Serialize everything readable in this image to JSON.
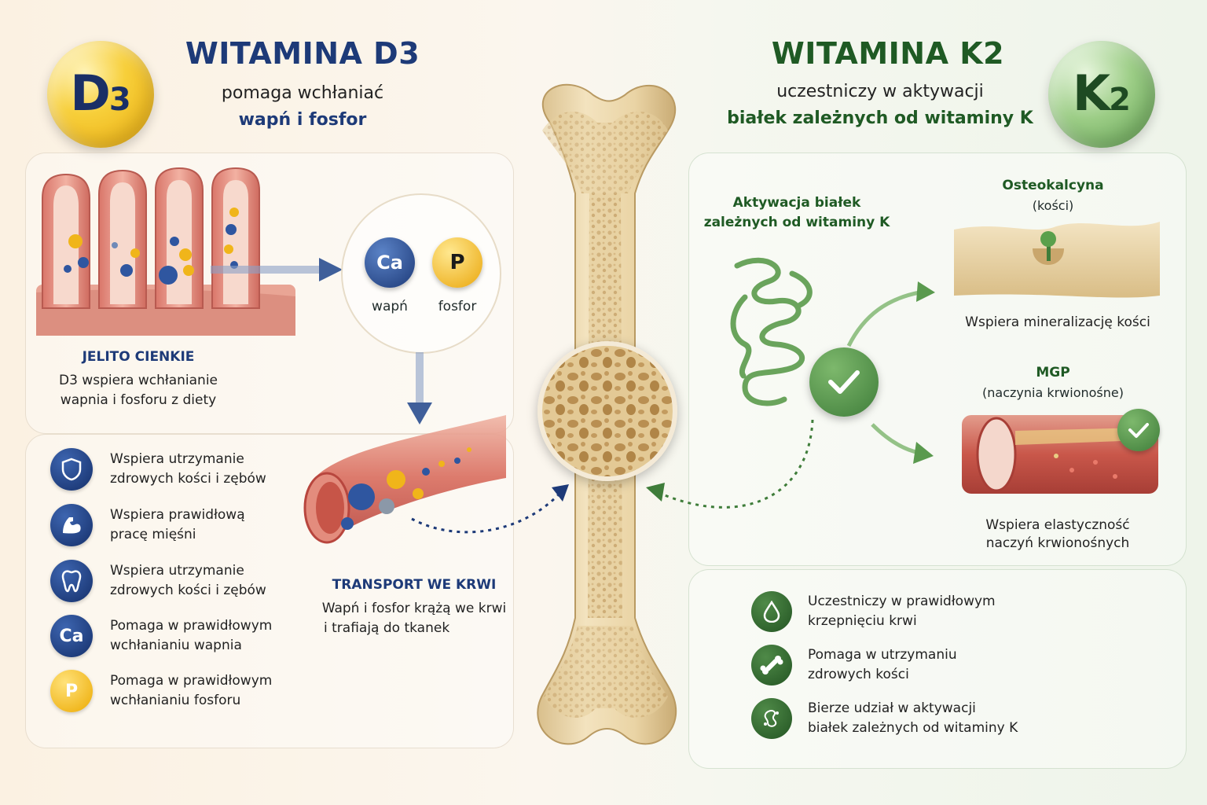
{
  "d3": {
    "badge_main": "D",
    "badge_sub": "3",
    "title": "WITAMINA D3",
    "subtitle1": "pomaga wchłaniać",
    "subtitle2": "wapń i fosfor",
    "intestine_label": "JELITO CIENKIE",
    "intestine_text1": "D3 wspiera wchłanianie",
    "intestine_text2": "wapnia i fosforu z diety",
    "ca_symbol": "Ca",
    "ca_name": "wapń",
    "p_symbol": "P",
    "p_name": "fosfor",
    "transport_label": "TRANSPORT WE KRWI",
    "transport_text1": "Wapń i fosfor krążą we krwi",
    "transport_text2": "i trafiają do tkanek",
    "benefits": [
      {
        "icon": "shield-icon",
        "line1": "Wspiera utrzymanie",
        "line2": "zdrowych kości i zębów"
      },
      {
        "icon": "muscle-icon",
        "line1": "Wspiera prawidłową",
        "line2": "pracę mięśni"
      },
      {
        "icon": "tooth-icon",
        "line1": "Wspiera utrzymanie",
        "line2": "zdrowych kości i zębów"
      },
      {
        "icon": "calcium-icon",
        "symbol": "Ca",
        "line1": "Pomaga w prawidłowym",
        "line2": "wchłanianiu wapnia"
      },
      {
        "icon": "phosphorus-icon",
        "symbol": "P",
        "line1": "Pomaga w prawidłowym",
        "line2": "wchłanianiu fosforu"
      }
    ]
  },
  "k2": {
    "badge_main": "K",
    "badge_sub": "2",
    "title": "WITAMINA K2",
    "subtitle1": "uczestniczy w aktywacji",
    "subtitle2": "białek zależnych od witaminy K",
    "activation_line1": "Aktywacja białek",
    "activation_line2": "zależnych od witaminy K",
    "osteo_title": "Osteokalcyna",
    "osteo_sub": "(kości)",
    "osteo_desc": "Wspiera mineralizację kości",
    "mgp_title": "MGP",
    "mgp_sub": "(naczynia krwionośne)",
    "mgp_desc1": "Wspiera elastyczność",
    "mgp_desc2": "naczyń krwionośnych",
    "benefits": [
      {
        "icon": "drop-icon",
        "line1": "Uczestniczy w prawidłowym",
        "line2": "krzepnięciu krwi"
      },
      {
        "icon": "bone-icon",
        "line1": "Pomaga w utrzymaniu",
        "line2": "zdrowych kości"
      },
      {
        "icon": "protein-icon",
        "line1": "Bierze udział w aktywacji",
        "line2": "białek zależnych od witaminy K"
      }
    ]
  },
  "colors": {
    "d3_blue": "#1d3a78",
    "d3_yellow": "#f0b51a",
    "k2_green": "#2c5f2a",
    "bone": "#e9d6ad"
  }
}
